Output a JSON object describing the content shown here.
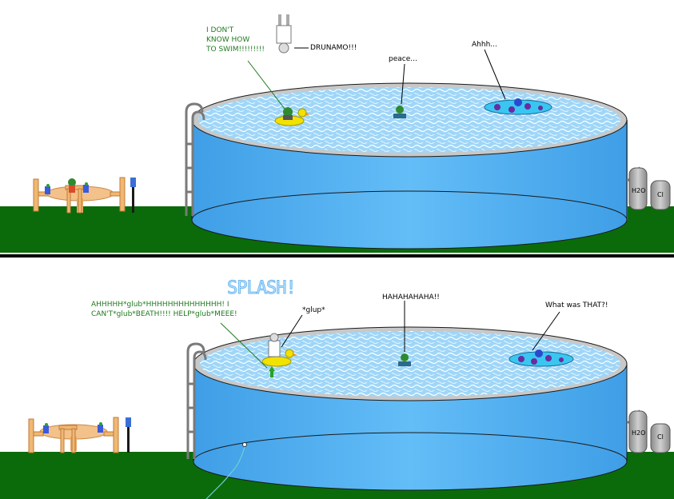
{
  "panel1": {
    "speech_drowning": "I DON'T\nKNOW HOW\nTO SWIM!!!!!!!!!",
    "speech_diver": "DRUNAMO!!!",
    "speech_middle": "peace...",
    "speech_float": "Ahhh...",
    "tank_water": "H2O",
    "tank_chlorine": "Cl"
  },
  "panel2": {
    "sound_effect": "SPLASH!",
    "speech_drowning": "AHHHHH*glub*HHHHHHHHHHHHHH! I\nCAN'T*glub*BEATH!!!! HELP*glub*MEEE!",
    "speech_diver": "*glup*",
    "speech_middle": "HAHAHAHAHA!!",
    "speech_float": "What was THAT?!",
    "tank_water": "H2O",
    "tank_chlorine": "Cl"
  },
  "colors": {
    "grass": "#0b6b0b",
    "pool_wall": "#5ab4f5",
    "water": "#9fd6f8",
    "divider": "#000000"
  }
}
